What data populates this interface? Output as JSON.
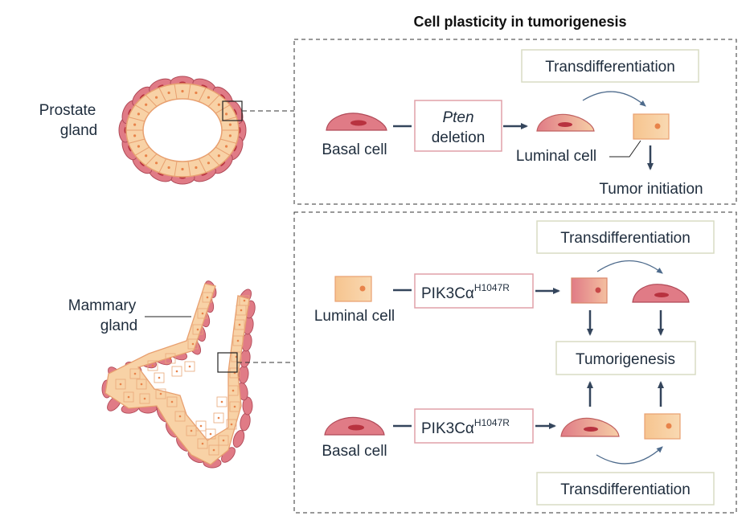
{
  "title": "Cell plasticity in tumorigenesis",
  "left": {
    "prostate_label": [
      "Prostate",
      "gland"
    ],
    "mammary_label": [
      "Mammary",
      "gland"
    ]
  },
  "top_panel": {
    "basal_cell": "Basal cell",
    "pten_box": [
      "Pten",
      "deletion"
    ],
    "luminal_cell": "Luminal cell",
    "transdifferentiation": "Transdifferentiation",
    "tumor_initiation": "Tumor initiation"
  },
  "bottom_panel": {
    "luminal_cell": "Luminal cell",
    "basal_cell": "Basal cell",
    "mutation_base": "PIK3Cα",
    "mutation_sup": "H1047R",
    "transdifferentiation_top": "Transdifferentiation",
    "transdifferentiation_bottom": "Transdifferentiation",
    "tumorigenesis": "Tumorigenesis"
  },
  "colors": {
    "basal_fill": "#e07b86",
    "basal_stroke": "#b04a58",
    "basal_nucleus": "#b8323f",
    "luminal_fill": "#f8cfa0",
    "luminal_stroke": "#e89a6a",
    "luminal_nucleus": "#e8834a",
    "arrow": "#34455c",
    "box_stroke_red": "#e0a0a8",
    "box_stroke_green": "#d8dcc4"
  }
}
